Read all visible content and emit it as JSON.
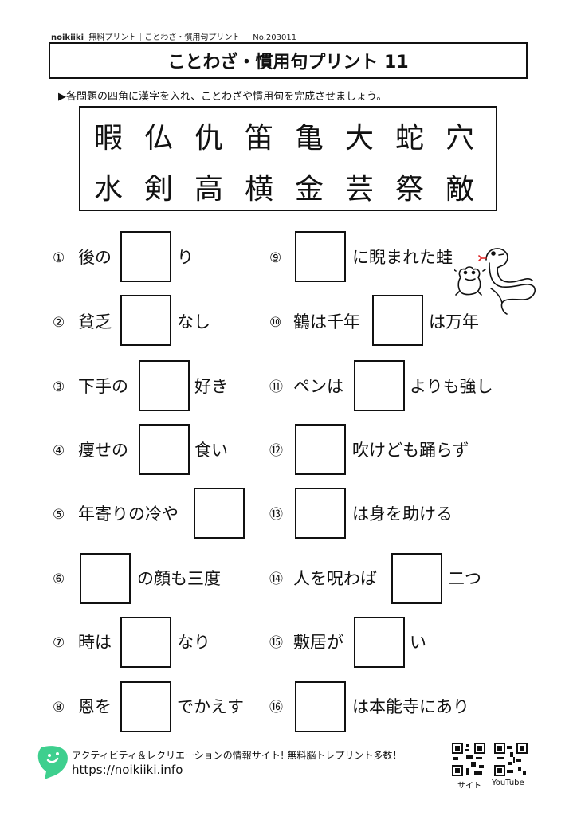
{
  "header": {
    "brand": "noikiiki",
    "text": "無料プリント｜ことわざ・慣用句プリント",
    "number": "No.203011"
  },
  "title": "ことわざ・慣用句プリント 11",
  "instruction": "▶各問題の四角に漢字を入れ、ことわざや慣用句を完成させましょう。",
  "kanji_row1": [
    "暇",
    "仏",
    "仇",
    "笛",
    "亀",
    "大",
    "蛇",
    "穴"
  ],
  "kanji_row2": [
    "水",
    "剣",
    "高",
    "横",
    "金",
    "芸",
    "祭",
    "敵"
  ],
  "questions": [
    {
      "num": "①",
      "before": "後の",
      "after": "り"
    },
    {
      "num": "②",
      "before": "貧乏",
      "after": "なし"
    },
    {
      "num": "③",
      "before": "下手の",
      "after": "好き"
    },
    {
      "num": "④",
      "before": "痩せの",
      "after": "食い"
    },
    {
      "num": "⑤",
      "before": "年寄りの冷や",
      "after": ""
    },
    {
      "num": "⑥",
      "before": "",
      "after": "の顔も三度"
    },
    {
      "num": "⑦",
      "before": "時は",
      "after": "なり"
    },
    {
      "num": "⑧",
      "before": "恩を",
      "after": "でかえす"
    },
    {
      "num": "⑨",
      "before": "",
      "after": "に睨まれた蛙"
    },
    {
      "num": "⑩",
      "before": "鶴は千年",
      "after": "は万年"
    },
    {
      "num": "⑪",
      "before": "ペンは",
      "after": "よりも強し"
    },
    {
      "num": "⑫",
      "before": "",
      "after": "吹けども踊らず"
    },
    {
      "num": "⑬",
      "before": "",
      "after": "は身を助ける"
    },
    {
      "num": "⑭",
      "before": "人を呪わば",
      "after": "二つ"
    },
    {
      "num": "⑮",
      "before": "敷居が",
      "after": "い"
    },
    {
      "num": "⑯",
      "before": "",
      "after": "は本能寺にあり"
    }
  ],
  "footer": {
    "line1": "アクティビティ＆レクリエーションの情報サイト! 無料脳トレプリント多数！",
    "url": "https://noikiiki.info",
    "qr_site_label": "サイト",
    "qr_youtube_label": "YouTube"
  },
  "colors": {
    "border": "#111111",
    "logo_green": "#3ecf8e"
  }
}
